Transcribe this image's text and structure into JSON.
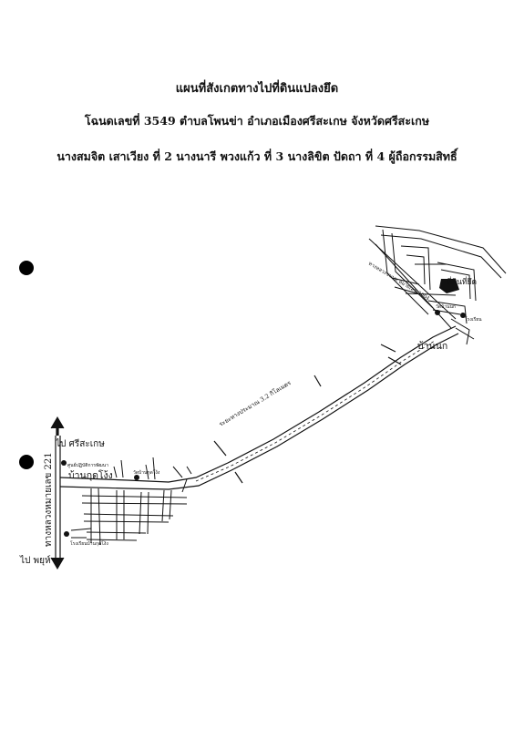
{
  "header": {
    "title": "แผนที่สังเกตทางไปที่ดินแปลงยึด",
    "deed_line": "โฉนดเลขที่ 3549 ตำบลโพนข่า อำเภอเมืองศรีสะเกษ จังหวัดศรีสะเกษ",
    "owners_line": "นางสมจิต เสาเวียง ที่ 2 นางนารี พวงแก้ว ที่ 3 นางลิขิต ปัดถา ที่ 4 ผู้ถือกรรมสิทธิ์"
  },
  "map": {
    "to_north": "ไป ศรีสะเกษ",
    "to_south": "ไป พยุห์",
    "highway": "ทางหลวงหมายเลข 221",
    "village_west": "บ้านกุดโง้ง",
    "village_east": "บ้านนก",
    "distance": "ระยะทางประมาณ 3.2 กิโลเมตร",
    "target_parcel": "ที่ดินที่ยึด",
    "village_road": "ทางหลวงชนบท หมายเลข 3004",
    "school_north": "ศูนย์ปฏิบัติการพัฒนา",
    "temple": "วัดบ้านกุดโง้ง",
    "school_south": "โรงเรียนบ้านกุดโง้ง",
    "temple_east": "วัดบ้านนก",
    "school_east": "โรงเรียน"
  },
  "colors": {
    "ink": "#111111",
    "paper": "#ffffff"
  }
}
